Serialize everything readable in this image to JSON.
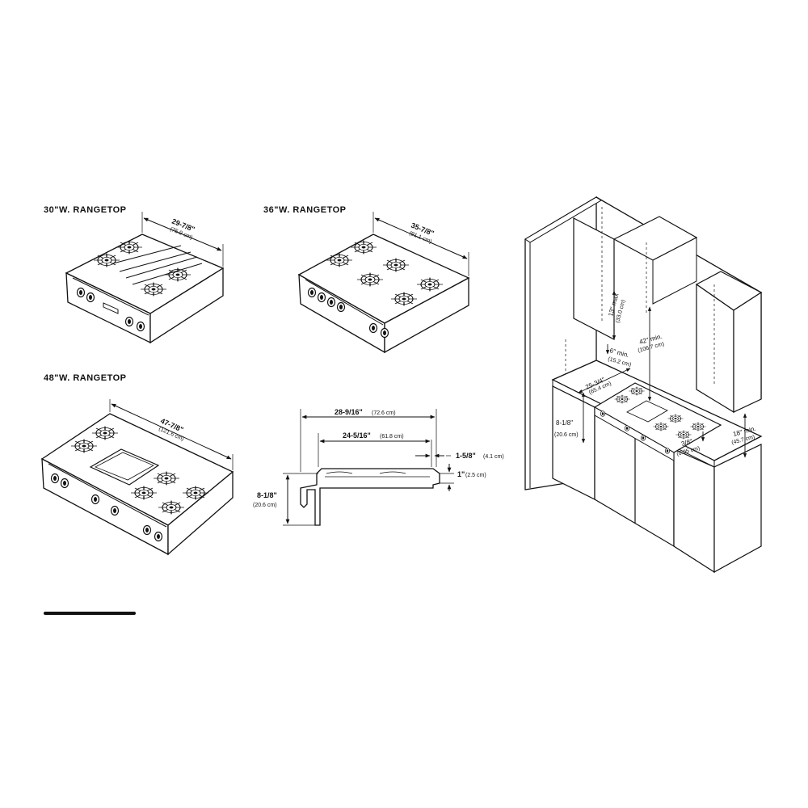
{
  "titles": {
    "w30": "30\"W. RANGETOP",
    "w36": "36\"W. RANGETOP",
    "w48": "48\"W. RANGETOP"
  },
  "dims": {
    "w30_in": "29-7/8\"",
    "w30_cm": "(75.9 cm)",
    "w36_in": "35-7/8\"",
    "w36_cm": "(91.1 cm)",
    "w48_in": "47-7/8\"",
    "w48_cm": "(121.6 cm)",
    "depth_in": "28-9/16\"",
    "depth_cm": "(72.6 cm)",
    "inner_in": "24-5/16\"",
    "inner_cm": "(61.8 cm)",
    "height_in": "8-1/8\"",
    "height_cm": "(20.6 cm)",
    "lip_in": "1-5/8\"",
    "lip_cm": "(4.1 cm)",
    "base_in": "1\"",
    "base_cm": "(2.5 cm)"
  },
  "install": {
    "max13_a": "13\" max",
    "max13_b": "(33.0 cm)",
    "min42_a": "42\" min.",
    "min42_b": "(106.7 cm)",
    "min6_a": "6\" min.",
    "min6_b": "(15.2 cm)",
    "d25_a": "25-3/4\"",
    "d25_b": "(65.4 cm)",
    "h8_a": "8-1/8\"",
    "h8_b": "(20.6 cm)",
    "m18_a": "18\" min.",
    "m18_b": "(45.7 cm)",
    "d38_a": "3/8\"",
    "d38_b": "(0.95 cm)"
  }
}
